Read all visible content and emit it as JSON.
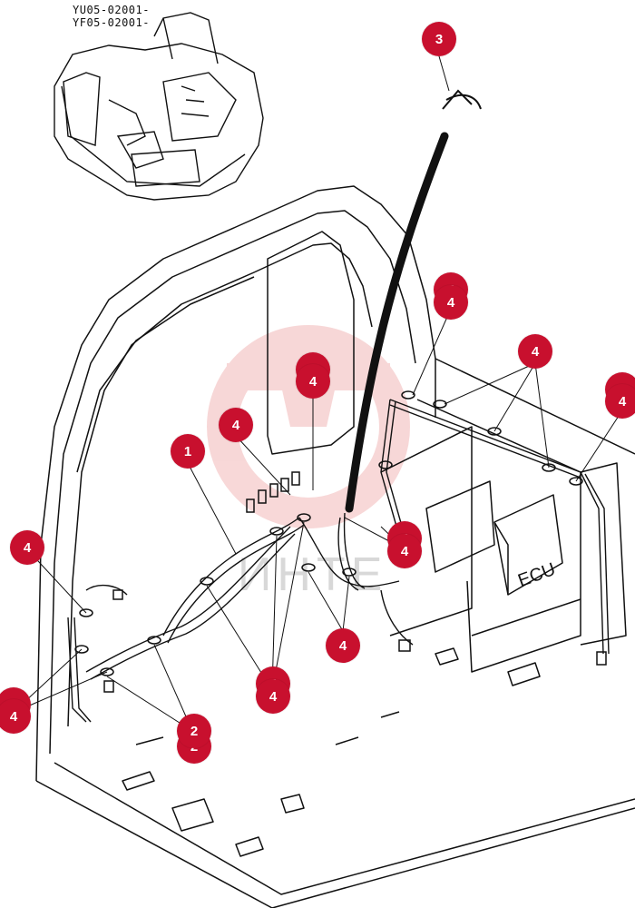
{
  "header": {
    "serial_line_1": "YU05-02001-",
    "serial_line_2": "YF05-02001-"
  },
  "ecu_label": "ECU",
  "watermark_text": "ИНТЕ",
  "colors": {
    "callout": "#c8102e",
    "watermark": "#f2b8b8",
    "line": "#111111"
  },
  "callouts": [
    {
      "id": "c3",
      "label": "3"
    },
    {
      "id": "c4a-back",
      "label": "4"
    },
    {
      "id": "c4a",
      "label": "4"
    },
    {
      "id": "c4b-back",
      "label": "4"
    },
    {
      "id": "c4b",
      "label": "4"
    },
    {
      "id": "c4c",
      "label": "4"
    },
    {
      "id": "c4d-back",
      "label": "4"
    },
    {
      "id": "c4d",
      "label": "4"
    },
    {
      "id": "c4e",
      "label": "4"
    },
    {
      "id": "c1",
      "label": "1"
    },
    {
      "id": "c4f-back",
      "label": "4"
    },
    {
      "id": "c4f",
      "label": "4"
    },
    {
      "id": "c4g",
      "label": "4"
    },
    {
      "id": "c4h-back",
      "label": "4"
    },
    {
      "id": "c4h",
      "label": "4"
    },
    {
      "id": "c4i",
      "label": "4"
    },
    {
      "id": "c4j-back",
      "label": "4"
    },
    {
      "id": "c4j",
      "label": "4"
    },
    {
      "id": "c2-back",
      "label": "2"
    },
    {
      "id": "c2",
      "label": "2"
    }
  ]
}
